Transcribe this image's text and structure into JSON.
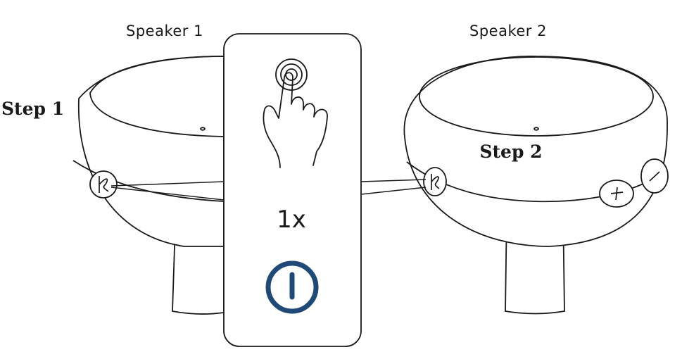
{
  "labels": {
    "speaker1": "Speaker 1",
    "speaker2": "Speaker 2",
    "step1": "Step 1",
    "step2": "Step 2",
    "press_count": "1x"
  },
  "icons": {
    "hand": "hand-press-icon",
    "power": "power-icon",
    "button": "speaker-logo-button-icon",
    "plus": "volume-plus-icon",
    "minus": "volume-minus-icon"
  },
  "colors": {
    "line": "#1a1a1a",
    "power_accent": "#1f4a78",
    "background": "#ffffff"
  }
}
